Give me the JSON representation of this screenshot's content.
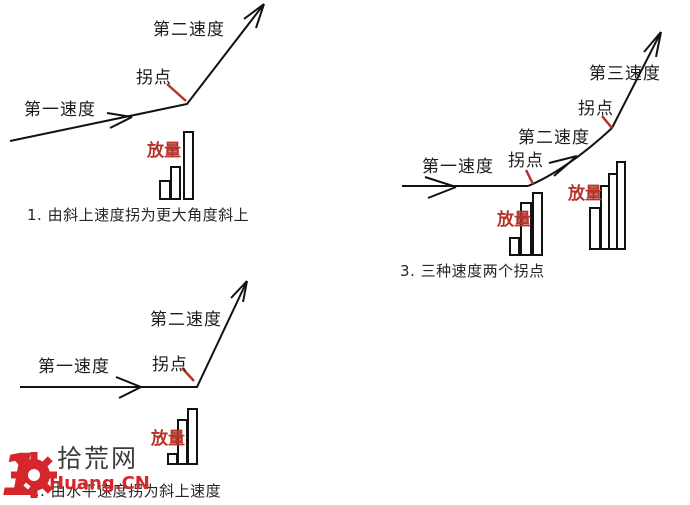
{
  "colors": {
    "line_black": "#121212",
    "annotation_red": "#b5342a",
    "watermark_red": "#d5262c",
    "watermark_gray": "#413c3c",
    "background": "#ffffff"
  },
  "diagrams": [
    {
      "caption": "1. 由斜上速度拐为更大角度斜上",
      "labels": {
        "first_speed": "第一速度",
        "inflection": "拐点",
        "second_speed": "第二速度",
        "volume": "放量"
      }
    },
    {
      "caption": "2. 由水平速度拐为斜上速度",
      "labels": {
        "first_speed": "第一速度",
        "inflection": "拐点",
        "second_speed": "第二速度",
        "volume": "放量"
      }
    },
    {
      "caption": "3. 三种速度两个拐点",
      "labels": {
        "first_speed": "第一速度",
        "inflection_1": "拐点",
        "second_speed": "第二速度",
        "inflection_2": "拐点",
        "third_speed": "第三速度",
        "volume_1": "放量",
        "volume_2": "放量"
      }
    }
  ],
  "watermark": {
    "digit": "1",
    "site_name": "拾荒网",
    "site_domain": "Huang.CN"
  }
}
